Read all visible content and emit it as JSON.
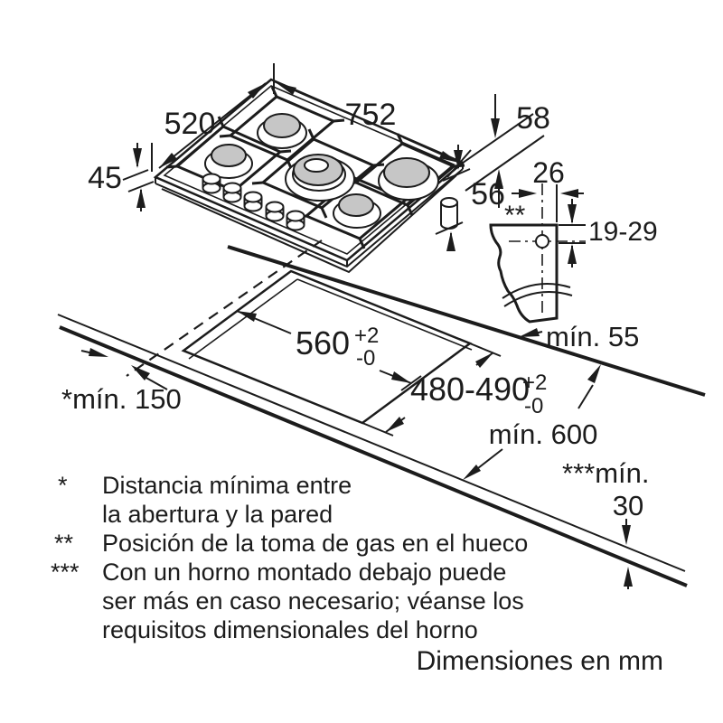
{
  "hob": {
    "width": "752",
    "depth": "520",
    "height": "45",
    "edge_to_connection": "58",
    "connection_drop": "56"
  },
  "gas_detail": {
    "marker": "**",
    "horizontal_offset": "26",
    "vertical_range": "19-29"
  },
  "cutout": {
    "width": "560",
    "width_tol_plus": "+2",
    "width_tol_minus": "-0",
    "depth": "480-490",
    "depth_tol_plus": "+2",
    "depth_tol_minus": "-0"
  },
  "clearances": {
    "back": "mín. 55",
    "side": "*mín. 150",
    "worktop_depth": "mín. 600",
    "oven_label": "***mín.",
    "oven_value": "30"
  },
  "footnotes": [
    {
      "marker": "*",
      "lines": [
        "Distancia mínima entre",
        "la abertura y la pared"
      ]
    },
    {
      "marker": "**",
      "lines": [
        "Posición de la toma de gas en el hueco"
      ]
    },
    {
      "marker": "***",
      "lines": [
        "Con un horno montado debajo puede",
        "ser más en caso necesario; véanse los",
        "requisitos dimensionales del horno"
      ]
    }
  ],
  "units_note": "Dimensiones en mm"
}
